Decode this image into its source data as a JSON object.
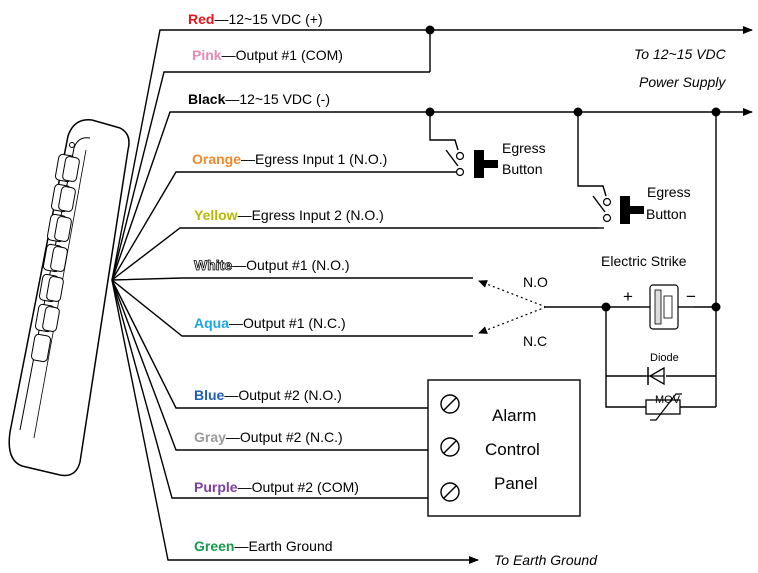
{
  "wires": [
    {
      "color_name": "Red",
      "color": "#e8141c",
      "desc": "12~15 VDC (+)"
    },
    {
      "color_name": "Pink",
      "color": "#e78ab4",
      "desc": "Output #1 (COM)"
    },
    {
      "color_name": "Black",
      "color": "#000000",
      "desc": "12~15 VDC (-)"
    },
    {
      "color_name": "Orange",
      "color": "#f08a2c",
      "desc": "Egress Input 1 (N.O.)"
    },
    {
      "color_name": "Yellow",
      "color": "#b8b800",
      "desc": "Egress Input 2 (N.O.)"
    },
    {
      "color_name": "White",
      "color": "#ffffff",
      "desc": "Output #1 (N.O.)"
    },
    {
      "color_name": "Aqua",
      "color": "#1aa7e0",
      "desc": "Output #1 (N.C.)"
    },
    {
      "color_name": "Blue",
      "color": "#1f5fb8",
      "desc": "Output #2 (N.O.)"
    },
    {
      "color_name": "Gray",
      "color": "#9a9a9a",
      "desc": "Output #2 (N.C.)"
    },
    {
      "color_name": "Purple",
      "color": "#7b3fa0",
      "desc": "Output #2 (COM)"
    },
    {
      "color_name": "Green",
      "color": "#1a9a4a",
      "desc": "Earth Ground"
    }
  ],
  "dash": "—",
  "labels": {
    "power_supply_1": "To 12~15 VDC",
    "power_supply_2": "Power Supply",
    "egress_1a": "Egress",
    "egress_1b": "Button",
    "egress_2a": "Egress",
    "egress_2b": "Button",
    "electric_strike": "Electric Strike",
    "no": "N.O",
    "nc": "N.C",
    "plus": "+",
    "minus": "−",
    "diode": "Diode",
    "mov": "MOV",
    "alarm_1": "Alarm",
    "alarm_2": "Control",
    "alarm_3": "Panel",
    "earth": "To Earth Ground"
  }
}
